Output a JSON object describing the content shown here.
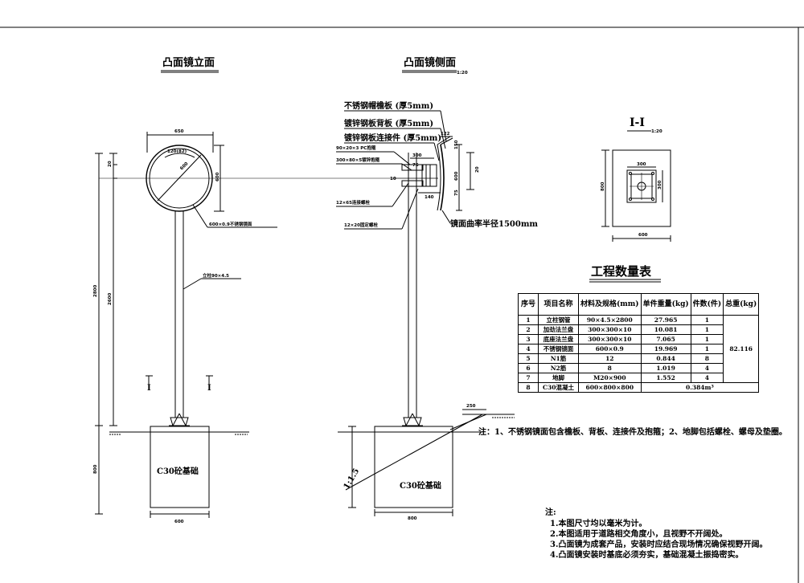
{
  "elevation": {
    "title": "凸面镜立面",
    "width_dim": "650",
    "arc_dim": "120(82)",
    "radius_dim": "600",
    "top_dim": "20",
    "mirror_dim": "600",
    "mirror_label": "600×0.9不锈钢镜面",
    "post_label": "立柱90×4.5",
    "total_dim": "2800",
    "post_dim": "2600",
    "found_dim": "800",
    "found_width": "600",
    "foundation_label": "C30砼基础",
    "section_mark_left": "I",
    "section_mark_right": "I"
  },
  "side": {
    "title": "凸面镜侧面",
    "scale": "1:20",
    "callout1": "不锈钢帽檐板 (厚5mm)",
    "callout2": "镀锌钢板背板 (厚5mm)",
    "callout3": "镀锌钢板连接件 (厚5mm)",
    "label_pc": "90×20×3 PC抱箍",
    "label_plate": "300×80×5镀锌抱箍",
    "label_bolt1": "12×65连接螺栓",
    "label_bolt2": "12×20固定螺栓",
    "radius_label": "镜面曲率半径1500mm",
    "dim_122": "122",
    "dim_300": "300",
    "dim_75": "75",
    "dim_600": "600",
    "dim_150": "150",
    "dim_75b": "75",
    "dim_140": "140",
    "dim_20": "20",
    "dim_10": "10",
    "dim_250": "250",
    "slope": "1:1.5",
    "foundation_label": "C30砼基础",
    "found_width": "800"
  },
  "section": {
    "title": "I-I",
    "scale": "1:20",
    "dim_300a": "300",
    "dim_300b": "300",
    "dim_800": "800",
    "dim_600": "600"
  },
  "quantity_table": {
    "title": "工程数量表",
    "headers": [
      "序号",
      "项目名称",
      "材料及规格(mm)",
      "单件重量(kg)",
      "件数(件)",
      "总重(kg)"
    ],
    "rows": [
      [
        "1",
        "立柱钢管",
        "90×4.5×2800",
        "27.965",
        "1"
      ],
      [
        "2",
        "加劲法兰盘",
        "300×300×10",
        "10.081",
        "1"
      ],
      [
        "3",
        "底座法兰盘",
        "300×300×10",
        "7.065",
        "1"
      ],
      [
        "4",
        "不锈钢镜面",
        "600×0.9",
        "19.969",
        "1"
      ],
      [
        "5",
        "N1筋",
        "12",
        "0.844",
        "8"
      ],
      [
        "6",
        "N2筋",
        "8",
        "1.019",
        "4"
      ],
      [
        "7",
        "地脚",
        "M20×900",
        "1.552",
        "4"
      ],
      [
        "8",
        "C30混凝土",
        "600×800×800",
        "0.384m³"
      ]
    ],
    "total": "82.116"
  },
  "note_line": "注：1、不锈钢镜面包含檐板、背板、连接件及抱箍；2、地脚包括螺栓、螺母及垫圈。",
  "notes": {
    "heading": "注:",
    "items": [
      "1.本图尺寸均以毫米为计。",
      "2.本图适用于道路相交角度小，且视野不开阔处。",
      "3.凸面镜为成套产品，安装时应结合现场情况确保视野开阔。",
      "4.凸面镜安装时基底必须夯实，基础混凝土振捣密实。"
    ]
  }
}
